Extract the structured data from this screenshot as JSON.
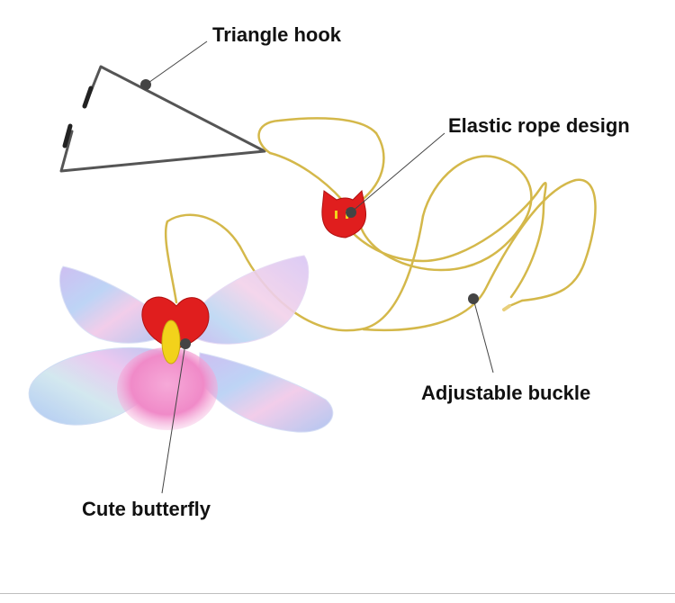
{
  "callouts": {
    "hook": "Triangle hook",
    "elastic": "Elastic rope design",
    "buckle": "Adjustable buckle",
    "butterfly": "Cute butterfly"
  },
  "colors": {
    "rope": "#d4b84a",
    "hook_wire": "#555555",
    "felt_red": "#e01e1e",
    "felt_yellow": "#f2d21b",
    "wing_blue": "#b9c6f2",
    "wing_pink": "#e7c3ef",
    "feather_pink": "#f08ac8",
    "callout_dot": "#444444",
    "label_text": "#111111"
  }
}
